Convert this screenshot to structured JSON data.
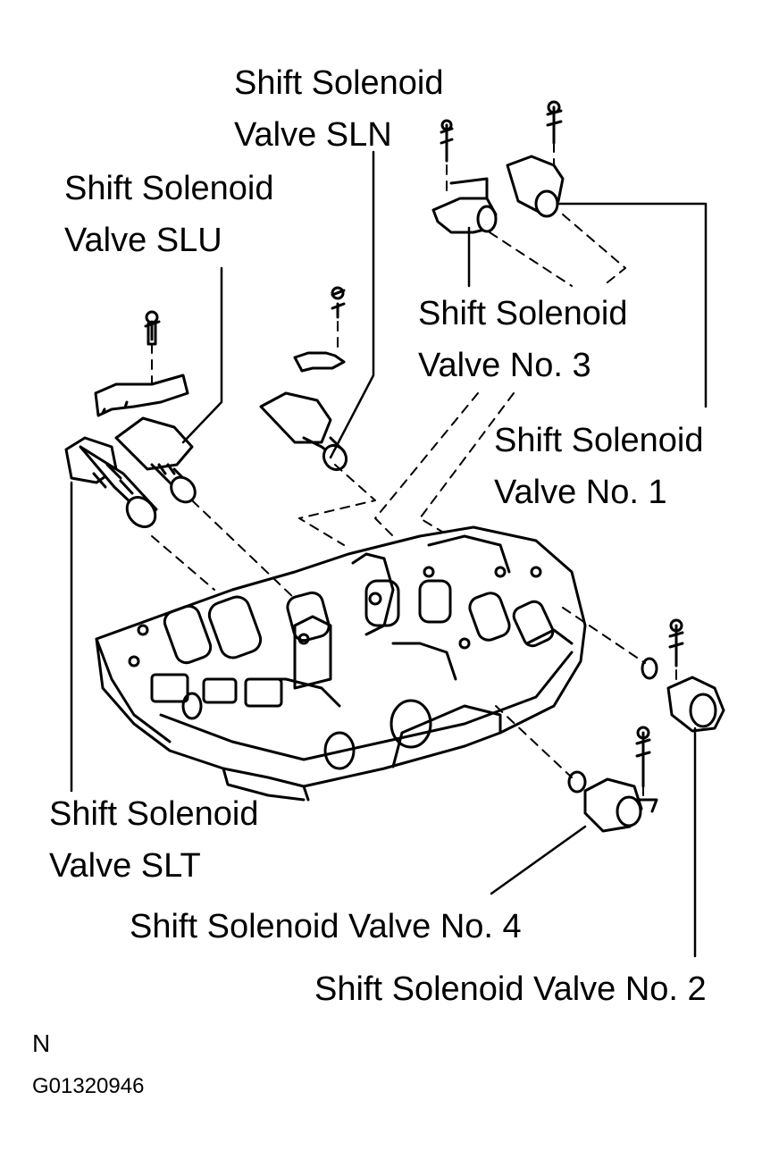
{
  "labels": {
    "sln": [
      "Shift Solenoid",
      "Valve SLN"
    ],
    "slu": [
      "Shift Solenoid",
      "Valve SLU"
    ],
    "no3": [
      "Shift Solenoid",
      "Valve No. 3"
    ],
    "no1": [
      "Shift Solenoid",
      "Valve No. 1"
    ],
    "slt": [
      "Shift Solenoid",
      "Valve SLT"
    ],
    "no4": "Shift Solenoid Valve No. 4",
    "no2": "Shift Solenoid Valve No. 2"
  },
  "corner_code": "N",
  "figure_id": "G01320946",
  "colors": {
    "ink": "#000000",
    "paper": "#ffffff"
  }
}
